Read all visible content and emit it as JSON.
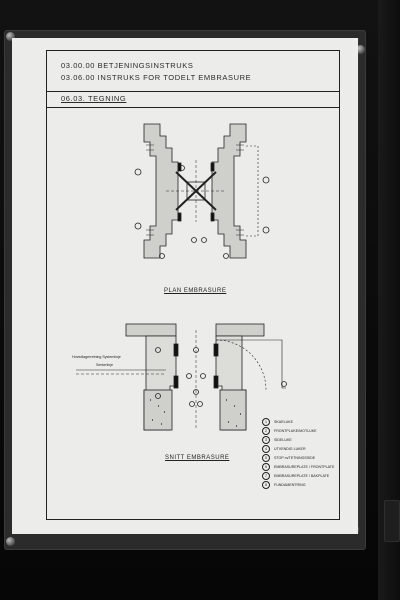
{
  "sign": {
    "header_line_1": "03.00.00 BETJENINGSINSTRUKS",
    "header_line_2": "03.06.00 INSTRUKS FOR TODELT EMBRASURE",
    "section": "06.03. TEGNING",
    "caption_plan": "PLAN EMBRASURE",
    "caption_section": "SNITT EMBRASURE",
    "side_label_1": "Hovedlagerretning Systemlinje",
    "side_label_2": "Senterlinje",
    "legend": [
      {
        "num": "1",
        "text": "SKAELUKE"
      },
      {
        "num": "2",
        "text": "FRONTPLUKE/MOTLUKE"
      },
      {
        "num": "3",
        "text": "SIDELUKE"
      },
      {
        "num": "4",
        "text": "UTVENDIG LUKER"
      },
      {
        "num": "5",
        "text": "STOP m/TETNINGSSIDE"
      },
      {
        "num": "6",
        "text": "EMBRASUREPLATE / FRONTPLATE"
      },
      {
        "num": "7",
        "text": "EMBRASUREPLATE / BAKPLATE"
      },
      {
        "num": "8",
        "text": "FUNDAMENTRING"
      }
    ]
  }
}
